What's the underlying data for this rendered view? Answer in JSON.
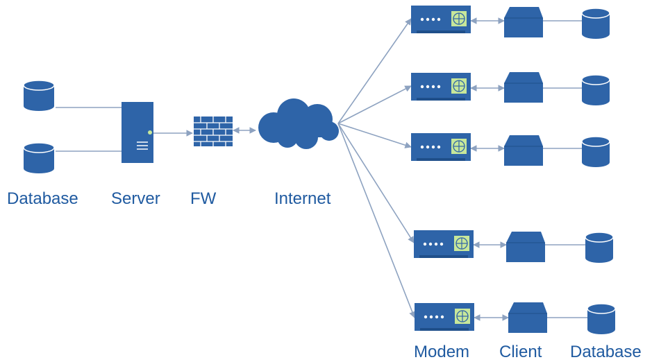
{
  "labels": {
    "database_left": "Database",
    "server": "Server",
    "firewall": "FW",
    "internet": "Internet",
    "modem": "Modem",
    "client": "Client",
    "database_right": "Database"
  },
  "colors": {
    "primary": "#2e64a8",
    "primary_dark": "#1f4f8a",
    "line": "#8da2c0",
    "label": "#1f5aa0",
    "screen": "#c7e79a"
  },
  "icons": [
    "database-icon",
    "server-icon",
    "firewall-icon",
    "cloud-icon",
    "modem-icon",
    "client-icon"
  ]
}
